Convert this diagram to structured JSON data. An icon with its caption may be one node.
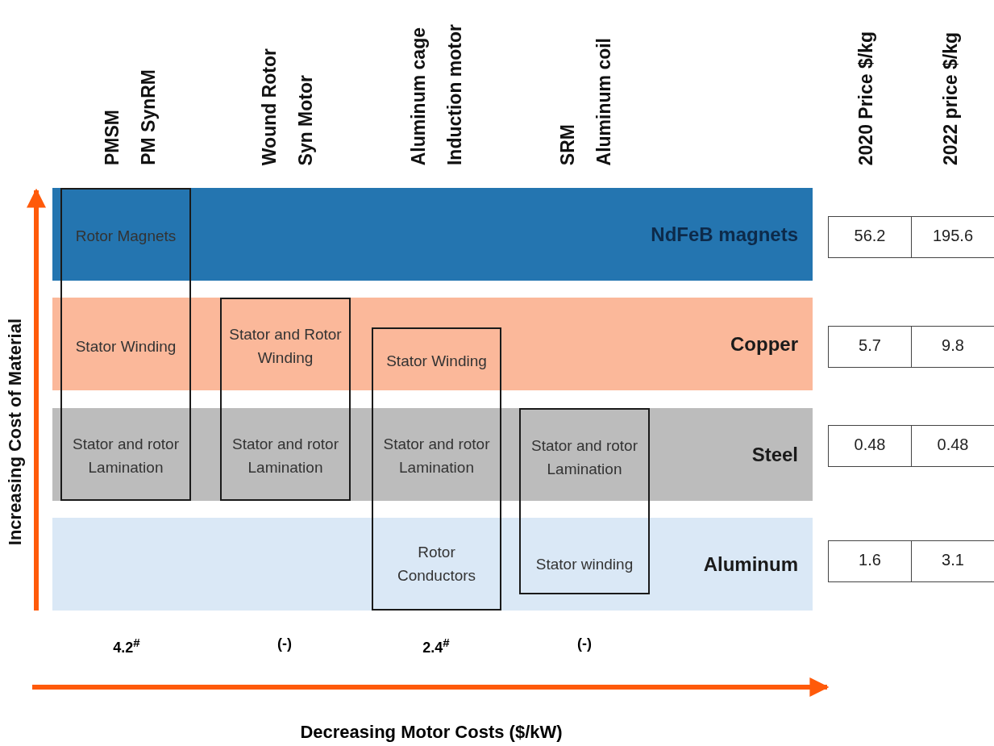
{
  "diagram": {
    "nodes": [
      {
        "text": [
          "NdFeB magnets"
        ]
      },
      {
        "text": [
          "Copper"
        ]
      },
      {
        "text": [
          "Steel"
        ]
      },
      {
        "text": [
          "Aluminum"
        ]
      },
      {
        "text": [
          "Rotor Magnets",
          "Stator Winding",
          "Stator and rotor Lamination"
        ]
      },
      {
        "text": [
          "Stator and Rotor Winding",
          "Stator and rotor Lamination"
        ]
      },
      {
        "text": [
          "Stator Winding",
          "Stator and rotor Lamination",
          "Rotor Conductors"
        ]
      },
      {
        "text": [
          "Stator and rotor Lamination",
          "Stator winding"
        ]
      }
    ],
    "edges": [],
    "labels": [
      "PMSM",
      "PM SynRM",
      "Wound Rotor",
      "Syn Motor",
      "Aluminum cage",
      "Induction motor",
      "SRM",
      "Aluminum coil",
      "2020 Price $/kg",
      "2022 price $/kg",
      "56.2",
      "195.6",
      "5.7",
      "9.8",
      "0.48",
      "0.48",
      "1.6",
      "3.1",
      "Increasing Cost of Material",
      "4.2$^{#}$",
      "(-)",
      "2.4$^{#}$",
      "(-)",
      "Decreasing Motor Costs ($/kW)"
    ]
  }
}
